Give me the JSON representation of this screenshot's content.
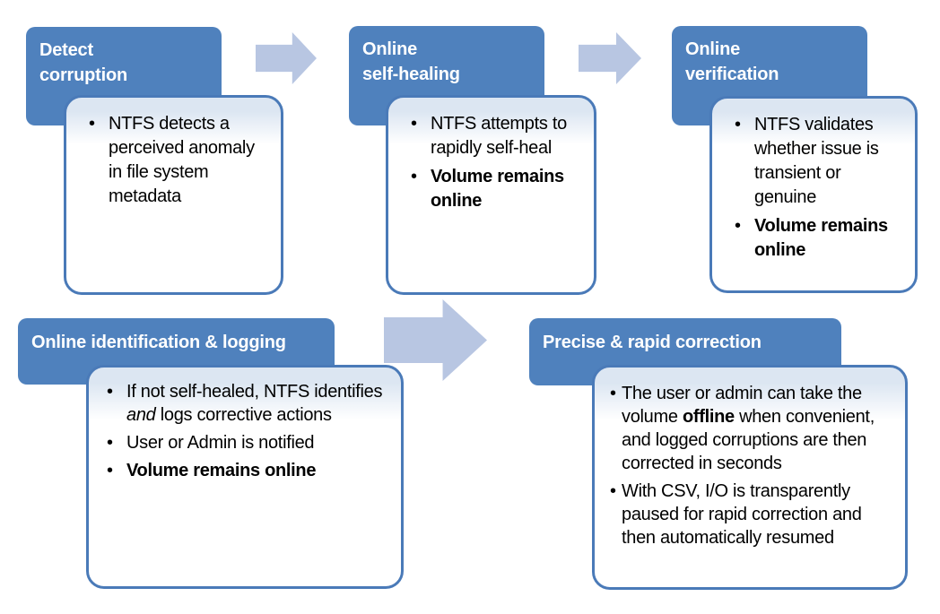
{
  "colors": {
    "canvas-bg": "#ffffff",
    "header-fill": "#4f81bd",
    "header-text": "#ffffff",
    "box-border": "#4a7ab8",
    "box-tint": "#dce6f2",
    "box-fill": "#ffffff",
    "arrow-fill": "#b8c6e2",
    "body-text": "#000000"
  },
  "steps": [
    {
      "id": "detect-corruption",
      "title": "Detect\ncorruption",
      "bullets": [
        {
          "segments": [
            {
              "text": "NTFS detects a perceived anomaly in file system metadata"
            }
          ]
        }
      ]
    },
    {
      "id": "online-self-healing",
      "title": "Online\nself-healing",
      "bullets": [
        {
          "segments": [
            {
              "text": "NTFS attempts to rapidly self-heal"
            }
          ]
        },
        {
          "segments": [
            {
              "text": "Volume remains online",
              "bold": true
            }
          ]
        }
      ]
    },
    {
      "id": "online-verification",
      "title": "Online\nverification",
      "bullets": [
        {
          "segments": [
            {
              "text": "NTFS validates whether issue is transient or genuine"
            }
          ]
        },
        {
          "segments": [
            {
              "text": "Volume remains online",
              "bold": true
            }
          ]
        }
      ]
    },
    {
      "id": "online-identification-logging",
      "title": "Online identification & logging",
      "bullets": [
        {
          "segments": [
            {
              "text": "If not self-healed, NTFS identifies "
            },
            {
              "text": "and",
              "italic": true
            },
            {
              "text": " logs corrective actions"
            }
          ]
        },
        {
          "segments": [
            {
              "text": "User or Admin is notified"
            }
          ]
        },
        {
          "segments": [
            {
              "text": "Volume remains online",
              "bold": true
            }
          ]
        }
      ]
    },
    {
      "id": "precise-rapid-correction",
      "title": "Precise & rapid correction",
      "bullets": [
        {
          "segments": [
            {
              "text": "The user or admin can take the volume "
            },
            {
              "text": "offline",
              "bold": true
            },
            {
              "text": " when convenient, and logged corruptions are then corrected in seconds"
            }
          ]
        },
        {
          "segments": [
            {
              "text": "With CSV, I/O is transparently paused for rapid correction and then automatically resumed"
            }
          ]
        }
      ]
    }
  ],
  "arrows": [
    {
      "name": "arrow-detect-to-selfheal"
    },
    {
      "name": "arrow-selfheal-to-verification"
    },
    {
      "name": "arrow-identification-to-correction"
    }
  ],
  "bullet_glyph": "•"
}
